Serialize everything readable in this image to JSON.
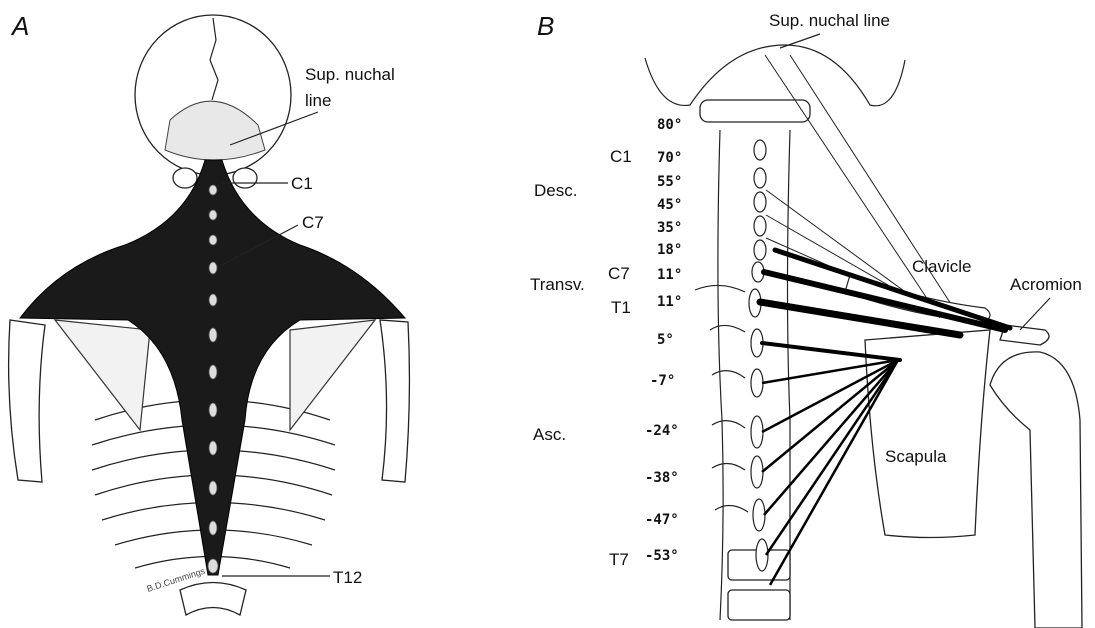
{
  "panels": {
    "a": {
      "letter": "A",
      "labels": {
        "nuchal": [
          "Sup. nuchal",
          "line"
        ],
        "c1": "C1",
        "c7": "C7",
        "t12": "T12"
      },
      "signature": "B.D.Cummings"
    },
    "b": {
      "letter": "B",
      "labels": {
        "nuchal": "Sup. nuchal line",
        "clavicle": "Clavicle",
        "acromion": "Acromion",
        "scapula": "Scapula"
      },
      "groups": [
        "Desc.",
        "Transv.",
        "Asc."
      ],
      "vertebrae": [
        "C1",
        "C7",
        "T1",
        "T7"
      ],
      "angles": [
        "80°",
        "70°",
        "55°",
        "45°",
        "35°",
        "18°",
        "11°",
        "11°",
        "5°",
        "-7°",
        "-24°",
        "-38°",
        "-47°",
        "-53°"
      ]
    }
  },
  "colors": {
    "muscle": "#1a1a1a",
    "line": "#222222",
    "background": "#ffffff"
  }
}
